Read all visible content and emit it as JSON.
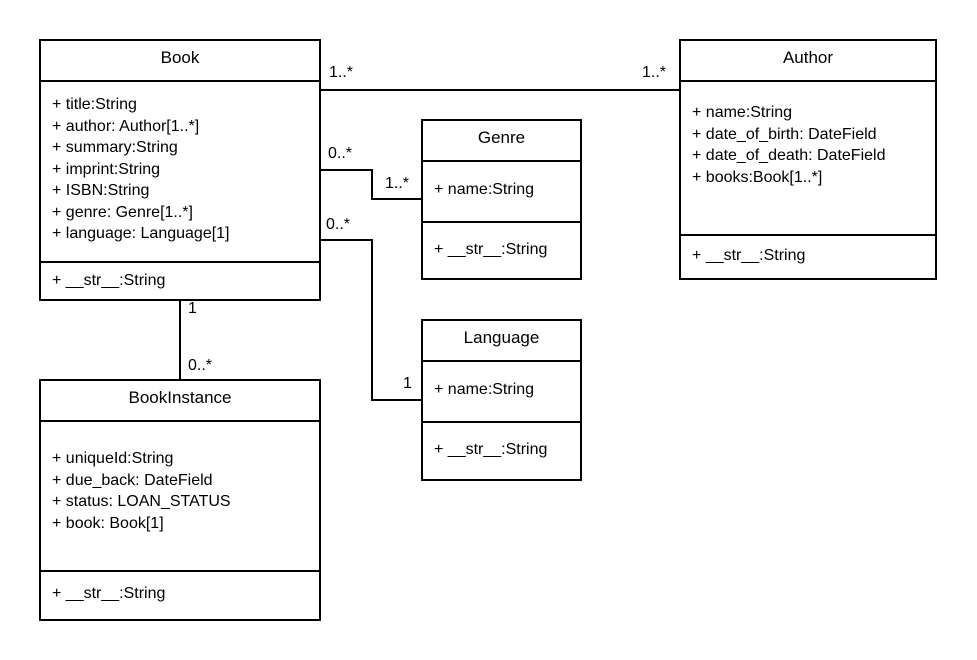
{
  "classes": {
    "book": {
      "name": "Book",
      "attributes": [
        "+ title:String",
        "+ author: Author[1..*]",
        "+ summary:String",
        "+ imprint:String",
        "+ ISBN:String",
        "+ genre: Genre[1..*]",
        "+ language: Language[1]"
      ],
      "methods": [
        "+ __str__:String"
      ]
    },
    "author": {
      "name": "Author",
      "attributes": [
        "+ name:String",
        "+ date_of_birth: DateField",
        "+ date_of_death: DateField",
        "+ books:Book[1..*]"
      ],
      "methods": [
        "+ __str__:String"
      ]
    },
    "genre": {
      "name": "Genre",
      "attributes": [
        "+ name:String"
      ],
      "methods": [
        "+ __str__:String"
      ]
    },
    "language": {
      "name": "Language",
      "attributes": [
        "+ name:String"
      ],
      "methods": [
        "+ __str__:String"
      ]
    },
    "bookinstance": {
      "name": "BookInstance",
      "attributes": [
        "+ uniqueId:String",
        "+ due_back: DateField",
        "+ status: LOAN_STATUS",
        "+ book: Book[1]"
      ],
      "methods": [
        "+ __str__:String"
      ]
    }
  },
  "associations": {
    "book_author": {
      "book_end": "1..*",
      "author_end": "1..*"
    },
    "book_genre": {
      "book_end": "0..*",
      "genre_end": "1..*"
    },
    "book_language": {
      "book_end": "0..*",
      "language_end": "1"
    },
    "book_bookinstance": {
      "book_end": "1",
      "bookinstance_end": "0..*"
    }
  }
}
